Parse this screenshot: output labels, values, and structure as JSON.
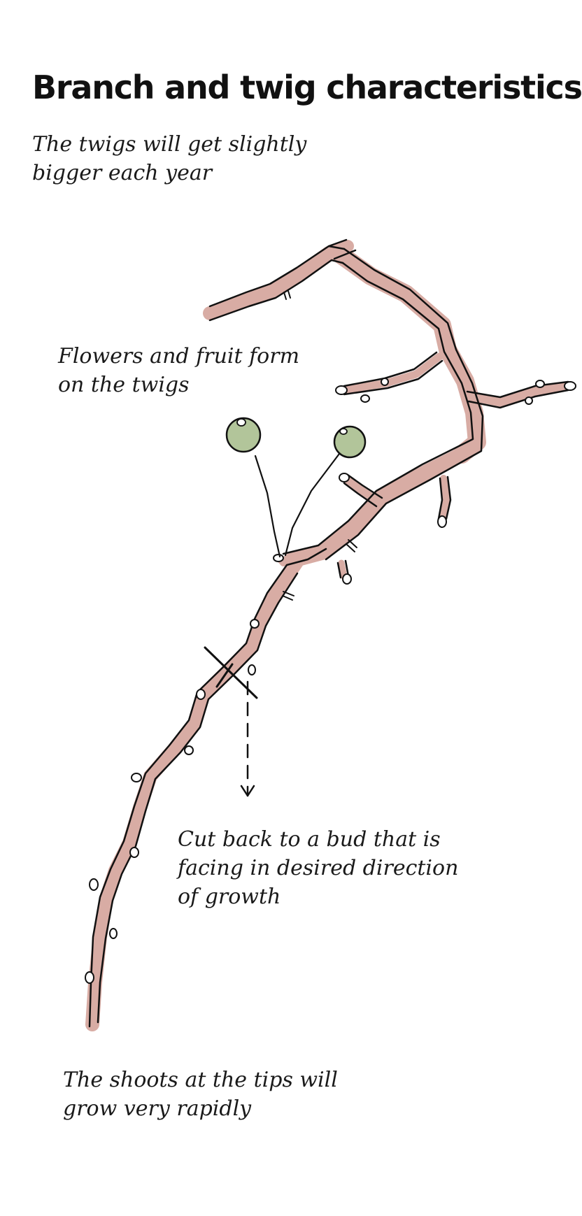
{
  "title": "Branch and twig characteristics",
  "annotations": {
    "twigs_grow": "The twigs will get slightly\nbigger each year",
    "flowers_fruit": "Flowers and fruit form\non the twigs",
    "cut_back": "Cut back to a bud that is\nfacing in desired direction\nof growth",
    "shoots_tips": "The shoots at the tips will\ngrow very rapidly"
  },
  "colors": {
    "branch_fill": "#d8aca4",
    "outline": "#111111",
    "fruit": "#b2c59a",
    "bud": "#ffffff"
  },
  "icons": {
    "cut_mark": "cross-mark-icon",
    "direction_arrow": "dashed-down-arrow-icon"
  }
}
